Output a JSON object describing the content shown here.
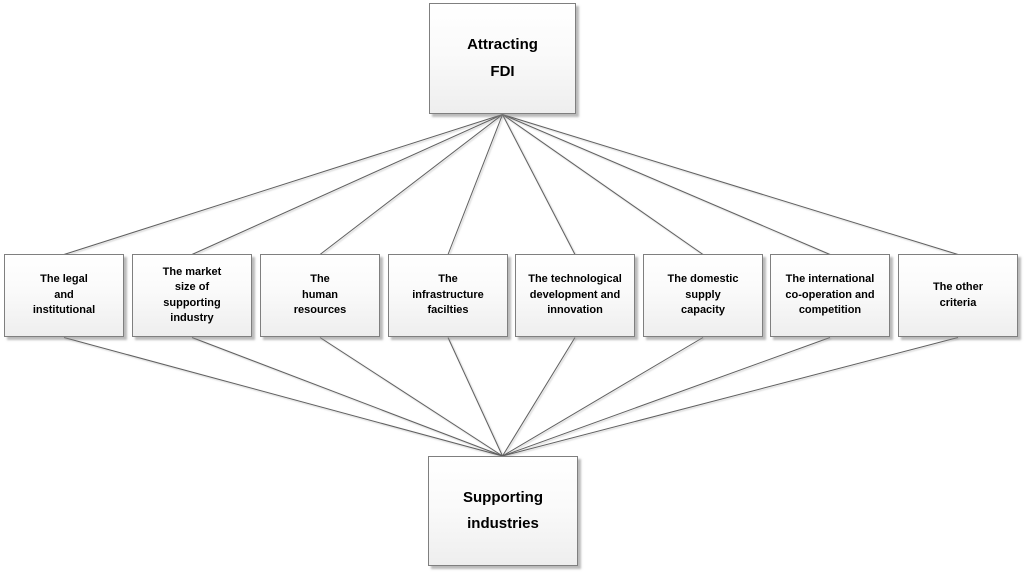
{
  "diagram": {
    "title": "FDI attraction criteria diagram",
    "top_node": {
      "label": "Attracting\nFDI"
    },
    "bottom_node": {
      "label": "Supporting\nindustries"
    },
    "criteria": [
      {
        "label": "The legal\nand\ninstitutional"
      },
      {
        "label": "The market\nsize of\nsupporting\nindustry"
      },
      {
        "label": "The\nhuman\nresources"
      },
      {
        "label": "The\ninfrastructure\nfacilties"
      },
      {
        "label": "The technological\ndevelopment and\ninnovation"
      },
      {
        "label": "The domestic\nsupply\ncapacity"
      },
      {
        "label": "The international\nco-operation and\ncompetition"
      },
      {
        "label": "The other\ncriteria"
      }
    ],
    "connections": {
      "top_to_criteria": "Attracting FDI connects to every criteria box",
      "criteria_to_bottom": "Every criteria box connects to Supporting industries"
    },
    "colors": {
      "box_border": "#7f7f7f",
      "box_fill_top": "#ffffff",
      "box_fill_bottom": "#eeeeee",
      "connector_line": "#5f5f5f",
      "text": "#000000",
      "background": "#ffffff"
    }
  }
}
